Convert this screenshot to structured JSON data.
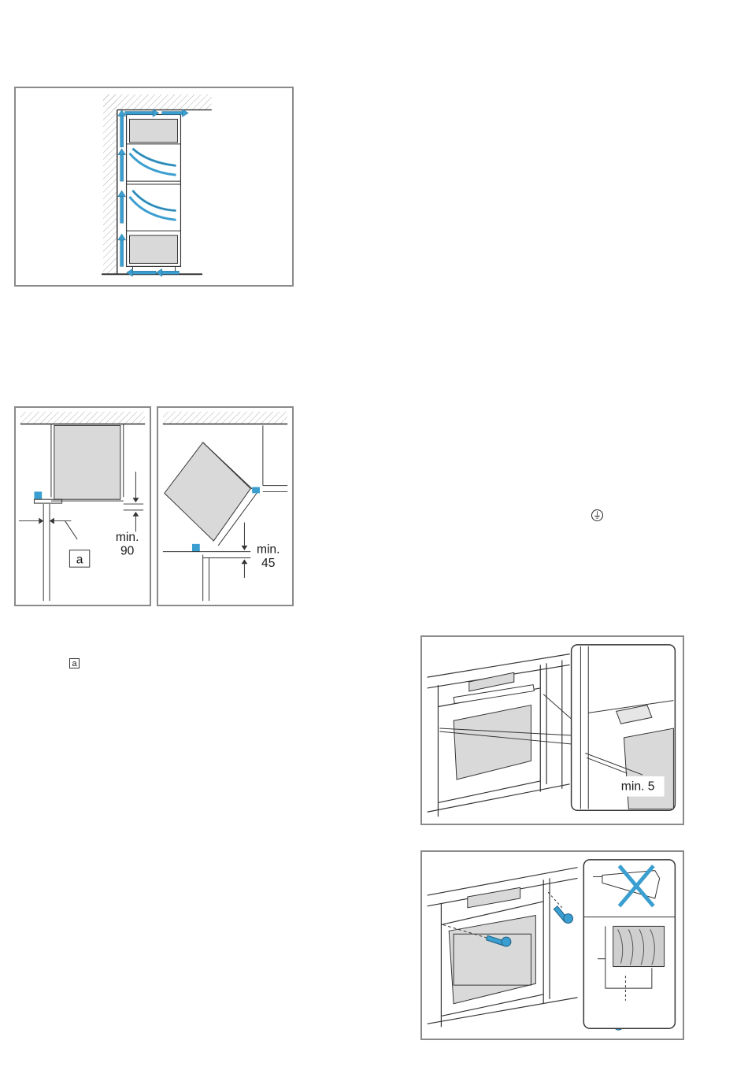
{
  "figures": {
    "ventilation": {},
    "door_clearance_left": {
      "callout_label": "a",
      "dimension_label": [
        "min.",
        "90"
      ]
    },
    "door_clearance_right": {
      "dimension_label": [
        "min.",
        "45"
      ]
    },
    "oven_gap": {
      "dimension_label": "min. 5"
    },
    "oven_screw": {}
  },
  "inline_symbols": {
    "callout_marker": "a",
    "earth_symbol": "⏚"
  },
  "colors": {
    "accent_blue": "#3a9fd0",
    "panel_grey": "#d9d9d9",
    "border_grey": "#8a8a8a"
  }
}
